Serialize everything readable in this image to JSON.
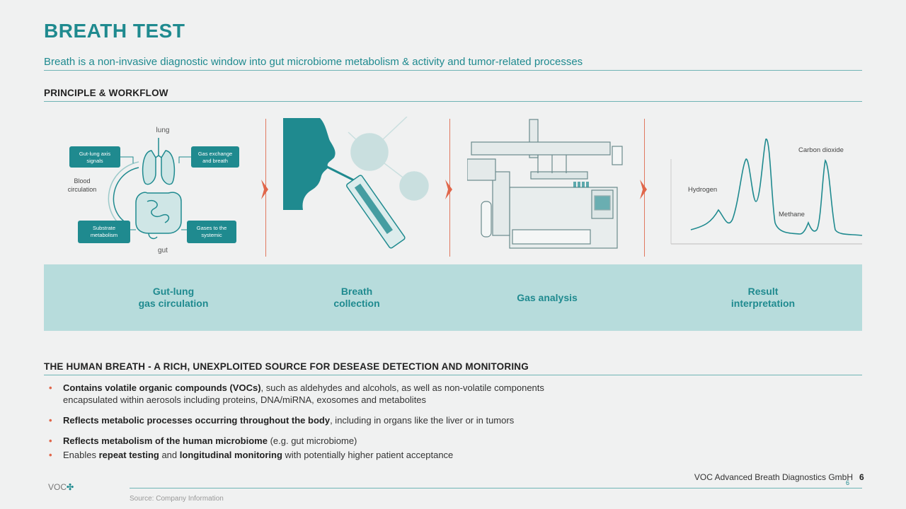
{
  "header": {
    "title": "BREATH TEST",
    "subtitle": "Breath is a non-invasive diagnostic window into gut microbiome metabolism & activity and tumor-related processes"
  },
  "section1": {
    "heading": "PRINCIPLE & WORKFLOW"
  },
  "diagram_gut_lung": {
    "lung_label": "lung",
    "gut_label": "gut",
    "blood_label_line1": "Blood",
    "blood_label_line2": "circulation",
    "box_top_left_line1": "Gut-lung axis",
    "box_top_left_line2": "signals",
    "box_top_right_line1": "Gas exchange",
    "box_top_right_line2": "and breath",
    "box_bottom_left_line1": "Substrate",
    "box_bottom_left_line2": "metabolism",
    "box_bottom_right_line1": "Gases to the",
    "box_bottom_right_line2": "systemic"
  },
  "chart_labels": {
    "carbon": "Carbon dioxide",
    "hydrogen": "Hydrogen",
    "methane": "Methane"
  },
  "workflow_steps": [
    {
      "line1": "Gut-lung",
      "line2": "gas circulation"
    },
    {
      "line1": "Breath",
      "line2": "collection"
    },
    {
      "line1": "Gas analysis",
      "line2": ""
    },
    {
      "line1": "Result",
      "line2": "interpretation"
    }
  ],
  "section2": {
    "heading": "THE HUMAN BREATH - A RICH, UNEXPLOITED SOURCE FOR DESEASE DETECTION AND MONITORING",
    "bullets": [
      {
        "bold": "Contains volatile organic compounds (VOCs)",
        "text": ", such as aldehydes and alcohols, as well as non-volatile components",
        "line2": "encapsulated within aerosols including proteins, DNA/miRNA, exosomes and metabolites"
      },
      {
        "bold": "Reflects metabolic processes occurring throughout the body",
        "text": ", including in organs like the liver or in tumors"
      },
      {
        "bold": "Reflects metabolism of the human microbiome",
        "text": " (e.g. gut microbiome)"
      },
      {
        "pre": "Enables ",
        "bold": "repeat testing",
        "mid": " and ",
        "bold2": "longitudinal monitoring",
        "text": " with potentially higher patient acceptance"
      }
    ]
  },
  "footer": {
    "company": "VOC Advanced Breath Diagnostics GmbH",
    "page": "6",
    "page_small": "6",
    "source": "Source: Company Information",
    "logo_text": "VOC",
    "logo_mark": "✣"
  },
  "colors": {
    "teal": "#1f8a8f",
    "band": "#b7dcdc",
    "accent_red": "#e0664a"
  }
}
